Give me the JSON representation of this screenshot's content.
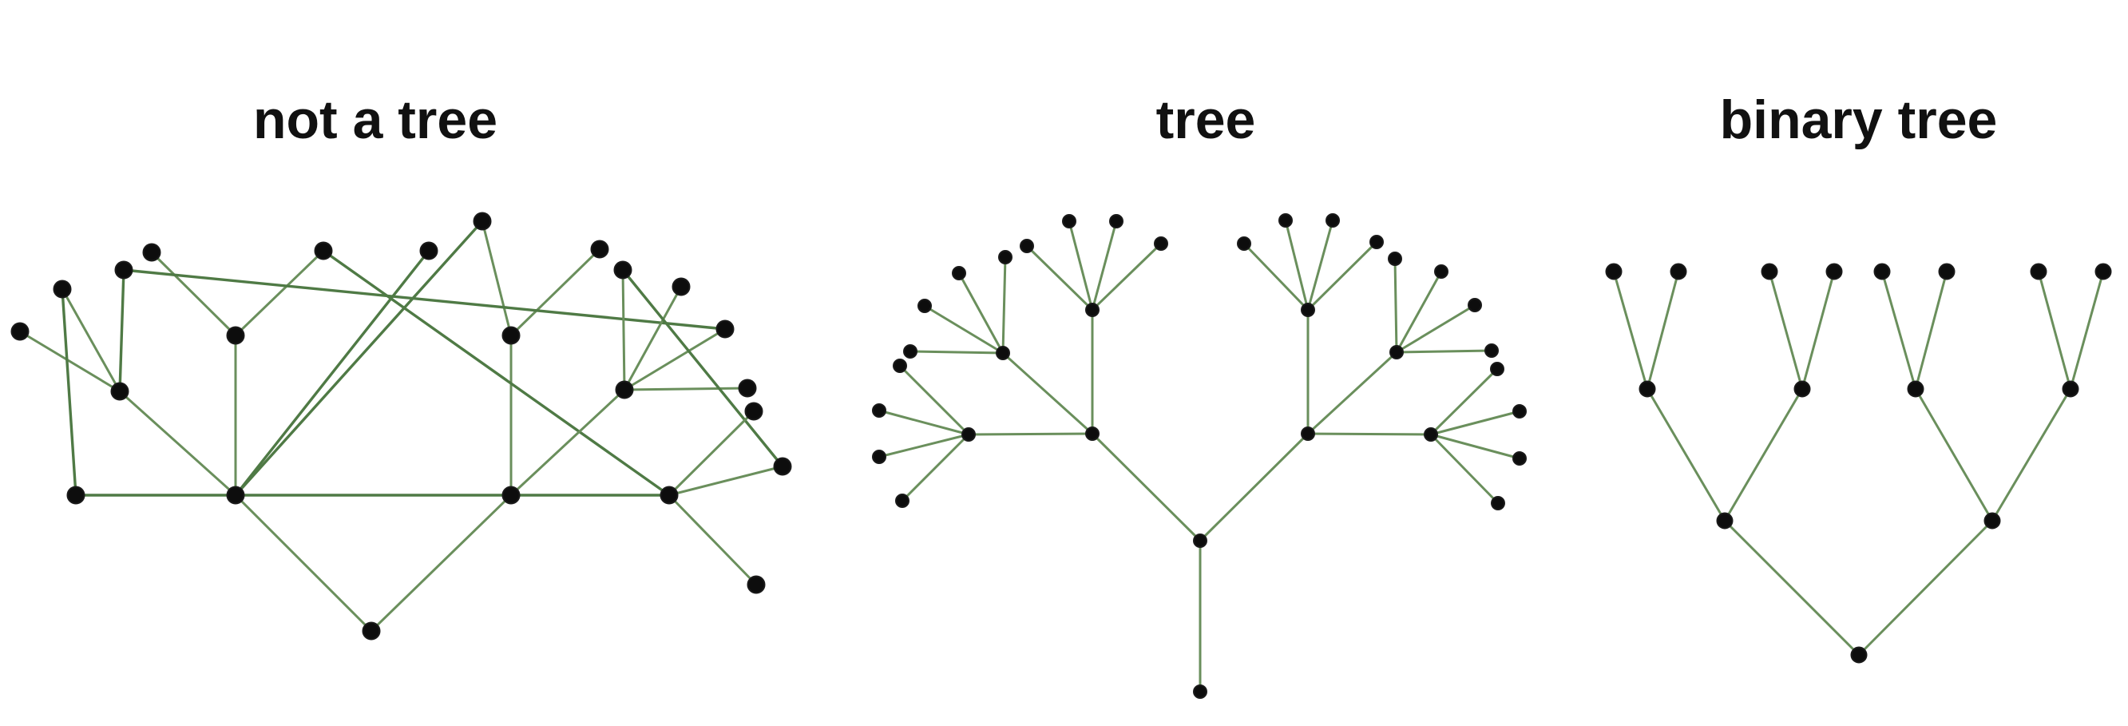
{
  "figures": [
    {
      "id": "not-a-tree",
      "title": "not a tree"
    },
    {
      "id": "tree",
      "title": "tree"
    },
    {
      "id": "binary-tree",
      "title": "binary tree"
    }
  ],
  "colors": {
    "edge": "#6a8f5c",
    "edge_strong": "#4f7a45",
    "node": "#0d0d0d",
    "title": "#111111"
  }
}
